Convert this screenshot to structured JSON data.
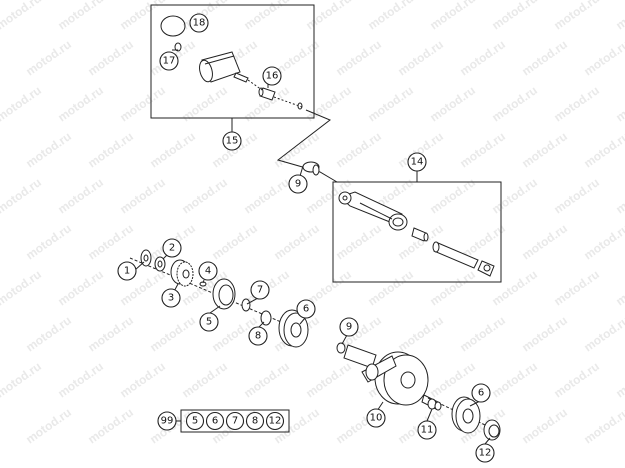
{
  "watermark": {
    "text": "motod.ru"
  },
  "labels": {
    "p1": "1",
    "p2": "2",
    "p3": "3",
    "p4": "4",
    "p5": "5",
    "p6a": "6",
    "p6b": "6",
    "p7": "7",
    "p8": "8",
    "p9a": "9",
    "p9b": "9",
    "p10": "10",
    "p11": "11",
    "p12": "12",
    "p14": "14",
    "p15": "15",
    "p16": "16",
    "p17": "17",
    "p18": "18",
    "p99": "99"
  },
  "kit": {
    "label": "99",
    "items": [
      "5",
      "6",
      "7",
      "8",
      "12"
    ]
  }
}
